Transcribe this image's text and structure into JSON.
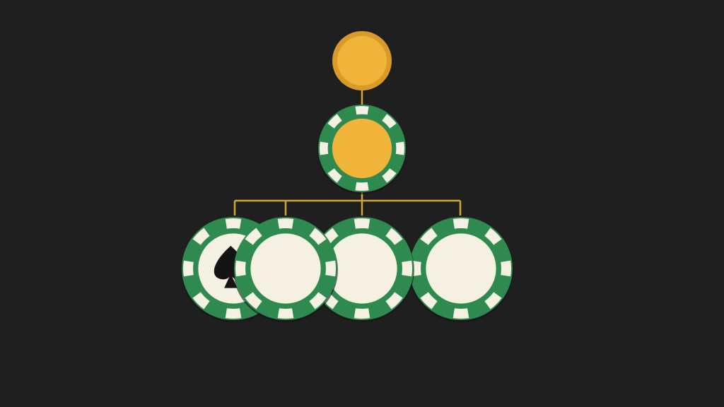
{
  "colors": {
    "background": "#1f1f1f",
    "coin_gold": "#f0b43a",
    "coin_rim": "#d99a2a",
    "chip_green": "#2f8a4f",
    "chip_cream": "#f4f1e3",
    "connector": "#d6a431",
    "spade": "#141414"
  },
  "diagram": {
    "root": {
      "kind": "gold-coin"
    },
    "middle": {
      "kind": "green-chip-gold-center"
    },
    "children": [
      {
        "kind": "green-chip-spade",
        "symbol": "spade-icon"
      },
      {
        "kind": "green-chip-blank"
      },
      {
        "kind": "green-chip-blank"
      },
      {
        "kind": "green-chip-blank"
      }
    ]
  }
}
